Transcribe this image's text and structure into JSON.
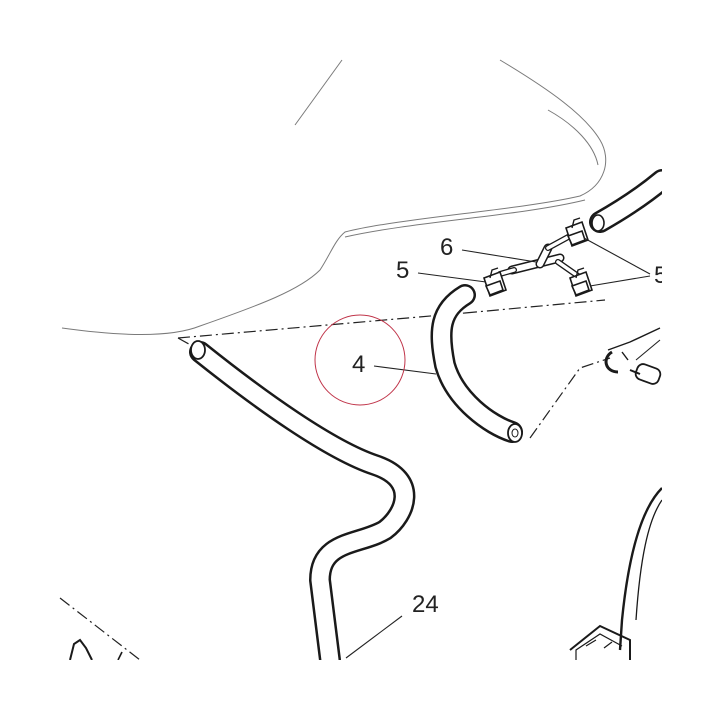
{
  "callouts": {
    "hose_label": "4",
    "connector_label": "6",
    "clamp_label_left": "5",
    "clamp_label_right": "5",
    "hose_long_label": "24"
  },
  "annotation": {
    "highlight_color": "#c0354a"
  },
  "colors": {
    "line": "#1a1a1a",
    "background": "#ffffff"
  }
}
